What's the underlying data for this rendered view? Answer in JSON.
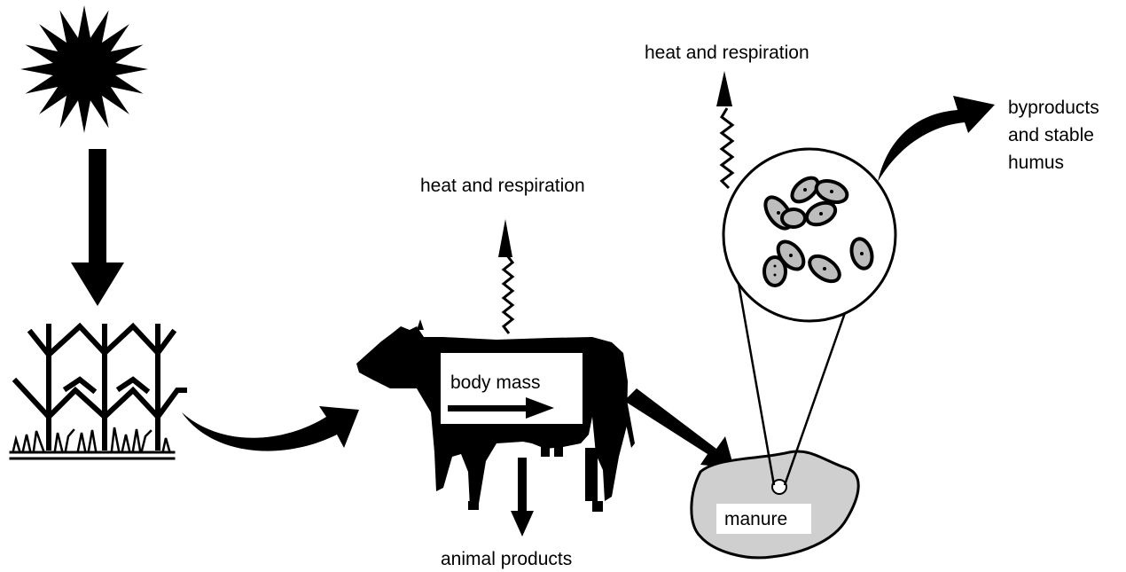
{
  "labels": {
    "heat_respiration_cow": "heat and respiration",
    "heat_respiration_microbes": "heat and respiration",
    "body_mass": "body mass",
    "animal_products": "animal products",
    "manure": "manure",
    "byproducts_line1": "byproducts",
    "byproducts_line2": "and stable",
    "byproducts_line3": "humus"
  },
  "colors": {
    "ink": "#000000",
    "manure_fill": "#cfcfcf",
    "microbe_fill": "#bdbdbd",
    "background": "#ffffff"
  },
  "icons": [
    "sun-icon",
    "crop-plants-icon",
    "cow-silhouette-icon",
    "manure-pile-icon",
    "microbe-cluster-icon"
  ]
}
